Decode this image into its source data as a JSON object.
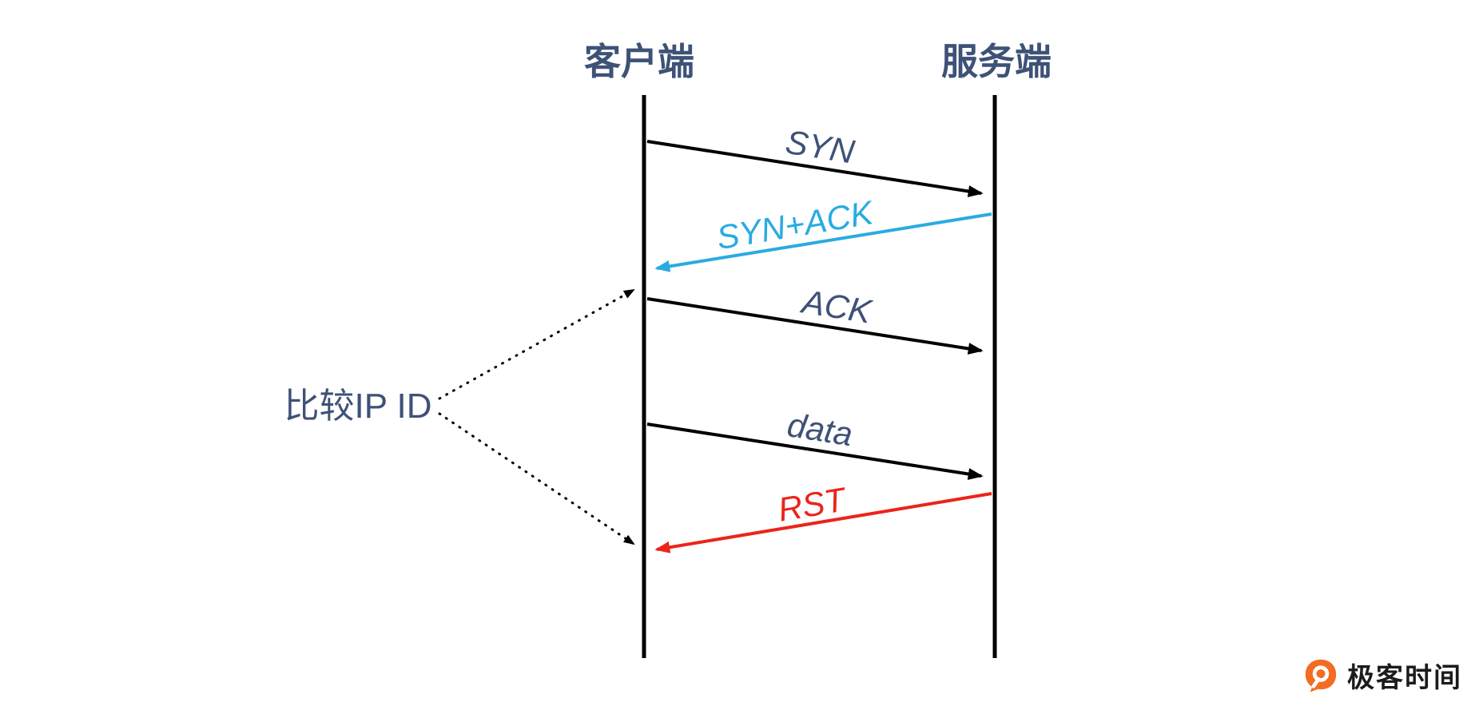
{
  "diagram": {
    "actors": [
      {
        "id": "client",
        "label": "客户端"
      },
      {
        "id": "server",
        "label": "服务端"
      }
    ],
    "messages": [
      {
        "label": "SYN",
        "from": "客户端",
        "to": "服务端",
        "arrow_color": "#000000",
        "label_color": "#3e5277"
      },
      {
        "label": "SYN+ACK",
        "from": "服务端",
        "to": "客户端",
        "arrow_color": "#29abe2",
        "label_color": "#29abe2"
      },
      {
        "label": "ACK",
        "from": "客户端",
        "to": "服务端",
        "arrow_color": "#000000",
        "label_color": "#3e5277"
      },
      {
        "label": "data",
        "from": "客户端",
        "to": "服务端",
        "arrow_color": "#000000",
        "label_color": "#3e5277"
      },
      {
        "label": "RST",
        "from": "服务端",
        "to": "客户端",
        "arrow_color": "#ec2419",
        "label_color": "#ec2419"
      }
    ],
    "annotation": {
      "label": "比较IP ID",
      "color": "#3e5277"
    },
    "colors": {
      "lifeline": "#000000",
      "text": "#3e5277",
      "blue": "#29abe2",
      "red": "#ec2419",
      "black": "#000000",
      "background": "#ffffff"
    }
  },
  "footer": {
    "logo_text": "极客时间",
    "logo_color": "#f36c21",
    "logo_icon": "geektime-speech-bubble"
  }
}
